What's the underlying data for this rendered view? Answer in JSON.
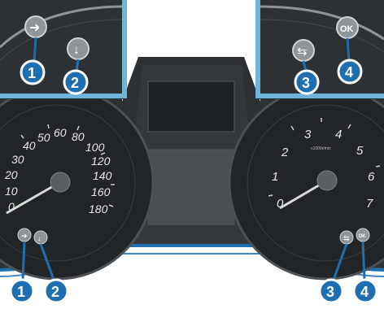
{
  "colors": {
    "callout": "#1f6fb0",
    "callout_ring": "#ffffff",
    "panel_bg": "#2e3133",
    "frame_blue": "#6fb3d9",
    "button_grey": "#8f9498"
  },
  "top_left_inset": {
    "button_1_icon": "arrow-right-icon",
    "button_2_icon": "arrow-down-icon",
    "callout_1": "1",
    "callout_2": "2"
  },
  "top_right_inset": {
    "button_3_icon": "back-arrow-icon",
    "button_4_label": "OK",
    "callout_3": "3",
    "callout_4": "4"
  },
  "speedometer": {
    "ticks": [
      "40",
      "50",
      "60",
      "80",
      "100",
      "30",
      "120",
      "20",
      "140",
      "10",
      "160",
      "0",
      "180"
    ]
  },
  "tachometer": {
    "ticks": [
      "3",
      "4",
      "2",
      "5",
      "1",
      "6",
      "0",
      "7"
    ],
    "unit": "x1000r/min"
  },
  "bottom_callouts": {
    "callout_1": "1",
    "callout_2": "2",
    "callout_3": "3",
    "callout_4": "4",
    "button_4_label": "OK"
  }
}
